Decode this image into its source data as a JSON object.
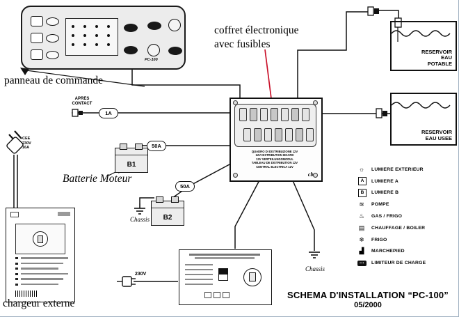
{
  "title": {
    "main": "SCHEMA D'INSTALLATION “PC-100”",
    "date": "05/2000"
  },
  "callouts": {
    "panneau": "panneau de commande",
    "coffret_l1": "coffret électronique",
    "coffret_l2": "avec fusibles",
    "batterie": "Batterie Moteur",
    "chargeur": "chargeur externe"
  },
  "labels": {
    "apres_l1": "APRES",
    "apres_l2": "CONTACT",
    "chassis_left": "Chassis",
    "chassis_right": "Chassis",
    "v230": "230V",
    "cee_l1": "CEE",
    "cee_l2": "230V",
    "cee_l3": "16A",
    "panel_model": "PC-100"
  },
  "fuses": {
    "apres": "1A",
    "b1": "50A",
    "b2": "50A"
  },
  "batteries": {
    "b1": "B1",
    "b2": "B2"
  },
  "tanks": {
    "potable_l1": "RESERVOIR",
    "potable_l2": "EAU",
    "potable_l3": "POTABLE",
    "usee_l1": "RESERVOIR",
    "usee_l2": "EAU USEE"
  },
  "distribution_box": {
    "l1": "QUADRO DI DISTRIBUZIONE 12V",
    "l2": "12V DISTRIBUTION BOARD",
    "l3": "12V VERTEILUNGSMODUL",
    "l4": "TABLEAU DE DISTRIBUTION 12V",
    "l5": "CENTRAL ELECTRICA 12V",
    "logo": "cbe"
  },
  "legend": {
    "items": [
      {
        "name": "exterior-light",
        "glyph": "☼",
        "label": "LUMIERE EXTERIEUR"
      },
      {
        "name": "light-a",
        "glyph": "A",
        "label": "LUMIERE A"
      },
      {
        "name": "light-b",
        "glyph": "B",
        "label": "LUMIERE B"
      },
      {
        "name": "pump",
        "glyph": "≋",
        "label": "POMPE"
      },
      {
        "name": "gas-fridge",
        "glyph": "♨",
        "label": "GAS / FRIGO"
      },
      {
        "name": "heating-boiler",
        "glyph": "▤",
        "label": "CHAUFFAGE / BOILER"
      },
      {
        "name": "fridge",
        "glyph": "❄",
        "label": "FRIGO"
      },
      {
        "name": "step",
        "glyph": "▟",
        "label": "MARCHEPIED"
      },
      {
        "name": "charge-limiter",
        "glyph": "•••",
        "label": "LIMITEUR DE CHARGE"
      }
    ]
  }
}
